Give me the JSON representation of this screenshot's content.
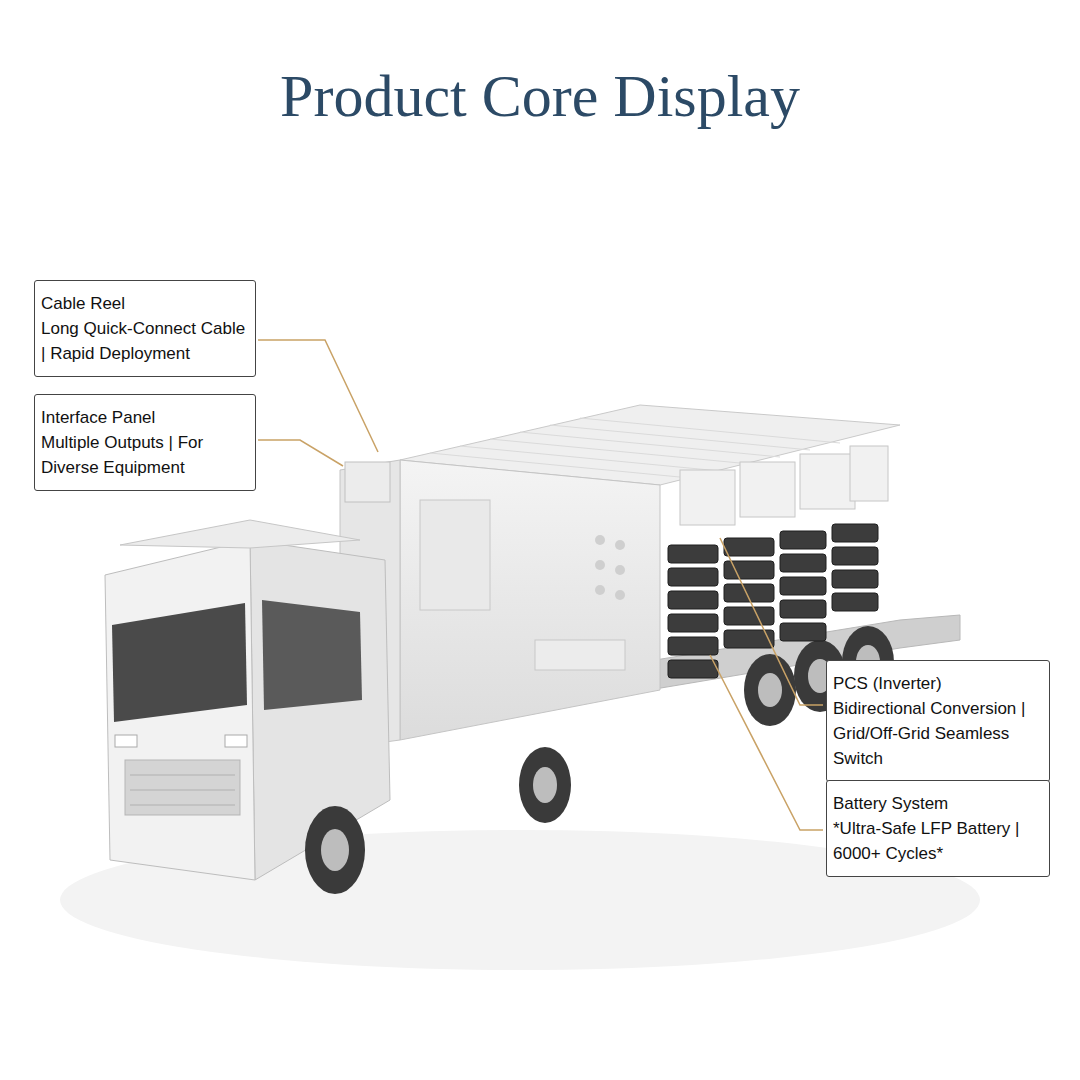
{
  "diagram": {
    "title": "Product Core Display",
    "nodes": [
      {
        "text": [
          "Cable Reel",
          "Long Quick-Connect Cable | Rapid Deployment"
        ]
      },
      {
        "text": [
          "Interface Panel",
          "Multiple Outputs | For Diverse Equipment"
        ]
      },
      {
        "text": [
          "PCS (Inverter)",
          "Bidirectional Conversion | Grid/Off-Grid Seamless Switch"
        ]
      },
      {
        "text": [
          "Battery System",
          "*Ultra-Safe LFP Battery | 6000+ Cycles*"
        ]
      }
    ]
  }
}
